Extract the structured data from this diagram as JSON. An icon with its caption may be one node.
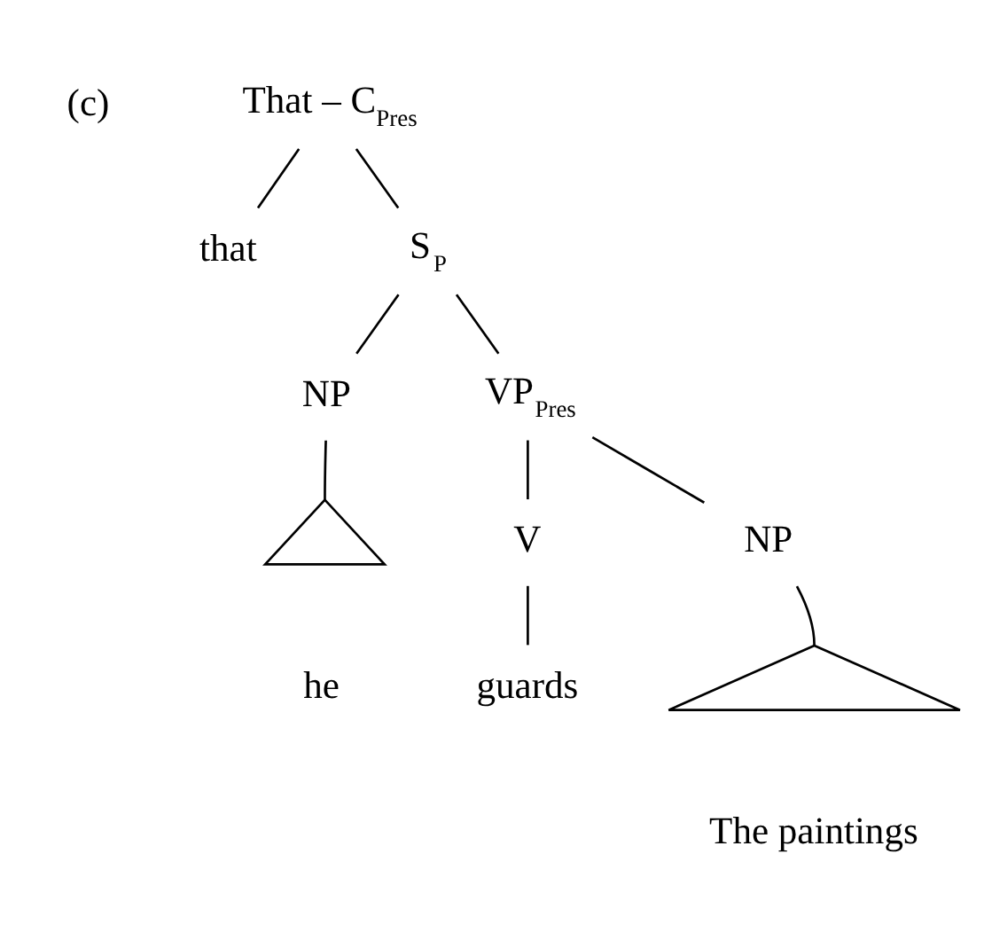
{
  "diagram": {
    "nodes": [
      {
        "text": [
          "That – C$_{Pres}$"
        ]
      },
      {
        "text": [
          "that"
        ]
      },
      {
        "text": [
          "S$_{P}$"
        ]
      },
      {
        "text": [
          "NP"
        ]
      },
      {
        "text": [],
        "shape": "triangle"
      },
      {
        "text": [
          "he"
        ]
      },
      {
        "text": [
          "VP$_{Pres}$"
        ]
      },
      {
        "text": [
          "V"
        ]
      },
      {
        "text": [
          "guards"
        ]
      },
      {
        "text": [
          "NP"
        ]
      },
      {
        "text": [],
        "shape": "triangle"
      },
      {
        "text": [
          "The paintings"
        ]
      }
    ],
    "edges": [
      {
        "from": 0,
        "to": 1,
        "arrow": "none"
      },
      {
        "from": 0,
        "to": 2,
        "arrow": "none"
      },
      {
        "from": 2,
        "to": 3,
        "arrow": "none"
      },
      {
        "from": 2,
        "to": 6,
        "arrow": "none"
      },
      {
        "from": 3,
        "to": 4,
        "arrow": "none"
      },
      {
        "from": 6,
        "to": 7,
        "arrow": "none"
      },
      {
        "from": 6,
        "to": 9,
        "arrow": "none"
      },
      {
        "from": 7,
        "to": 8,
        "arrow": "none"
      },
      {
        "from": 9,
        "to": 10,
        "arrow": "none"
      }
    ],
    "labels": [
      "(c)"
    ]
  }
}
